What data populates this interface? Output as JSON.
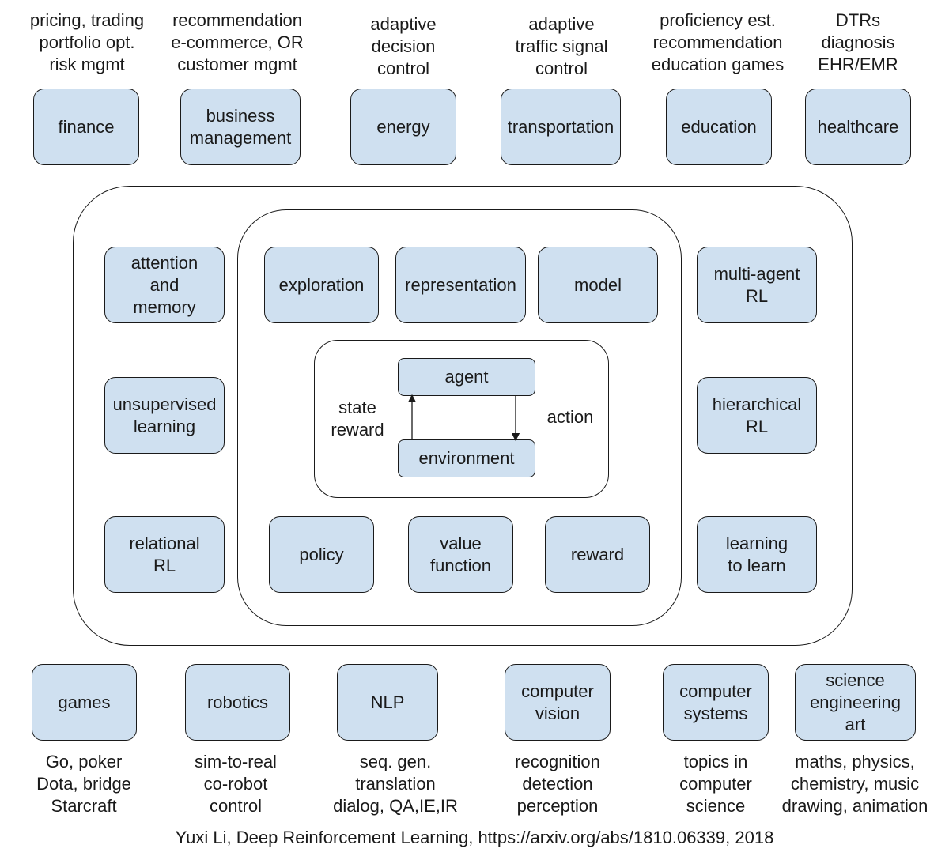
{
  "applications_top": [
    {
      "name": "finance",
      "description": "pricing, trading\nportfolio opt.\nrisk mgmt"
    },
    {
      "name": "business\nmanagement",
      "description": "recommendation\ne-commerce, OR\ncustomer mgmt"
    },
    {
      "name": "energy",
      "description": "adaptive\ndecision\ncontrol"
    },
    {
      "name": "transportation",
      "description": "adaptive\ntraffic signal\ncontrol"
    },
    {
      "name": "education",
      "description": "proficiency est.\nrecommendation\neducation games"
    },
    {
      "name": "healthcare",
      "description": "DTRs\ndiagnosis\nEHR/EMR"
    }
  ],
  "mechanisms_left": [
    "attention\nand\nmemory",
    "unsupervised\nlearning",
    "relational\nRL"
  ],
  "mechanisms_right": [
    "multi-agent\nRL",
    "hierarchical\nRL",
    "learning\nto learn"
  ],
  "elements_top": [
    "exploration",
    "representation",
    "model"
  ],
  "elements_bottom": [
    "policy",
    "value\nfunction",
    "reward"
  ],
  "core": {
    "agent": "agent",
    "environment": "environment",
    "left_label": "state\nreward",
    "right_label": "action"
  },
  "applications_bottom": [
    {
      "name": "games",
      "description": "Go, poker\nDota, bridge\nStarcraft"
    },
    {
      "name": "robotics",
      "description": "sim-to-real\nco-robot\ncontrol"
    },
    {
      "name": "NLP",
      "description": "seq. gen.\ntranslation\ndialog, QA,IE,IR"
    },
    {
      "name": "computer\nvision",
      "description": "recognition\ndetection\nperception"
    },
    {
      "name": "computer\nsystems",
      "description": "topics in\ncomputer\nscience"
    },
    {
      "name": "science\nengineering\nart",
      "description": "maths, physics,\nchemistry, music\ndrawing, animation"
    }
  ],
  "footer": "Yuxi Li, Deep Reinforcement Learning, https://arxiv.org/abs/1810.06339, 2018",
  "colors": {
    "box_fill": "#cfe0f0",
    "stroke": "#1a1a1a"
  }
}
